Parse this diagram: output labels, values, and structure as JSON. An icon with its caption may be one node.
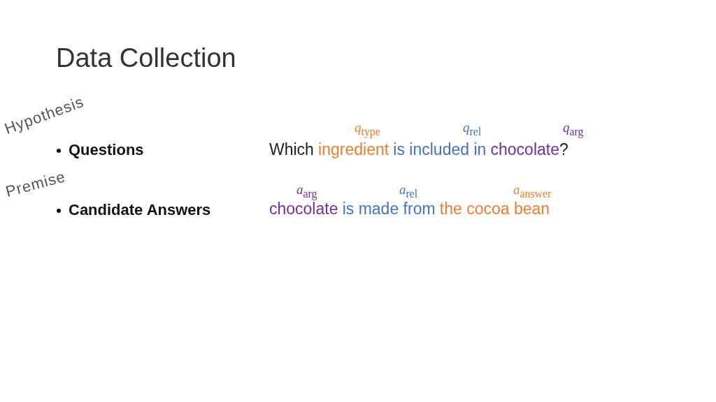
{
  "diagram": {
    "title": "Data Collection",
    "labels": [
      "Hypothesis",
      "*q*$_{type}$",
      "*q*$_{rel}$",
      "*q*$_{arg}$",
      "Questions",
      "Which",
      "ingredient",
      "is included in",
      "chocolate",
      "?",
      "Premise",
      "*a*$_{arg}$",
      "*a*$_{rel}$",
      "*a*$_{answer}$",
      "Candidate Answers",
      "chocolate",
      "is made from",
      "the cocoa bean"
    ]
  }
}
